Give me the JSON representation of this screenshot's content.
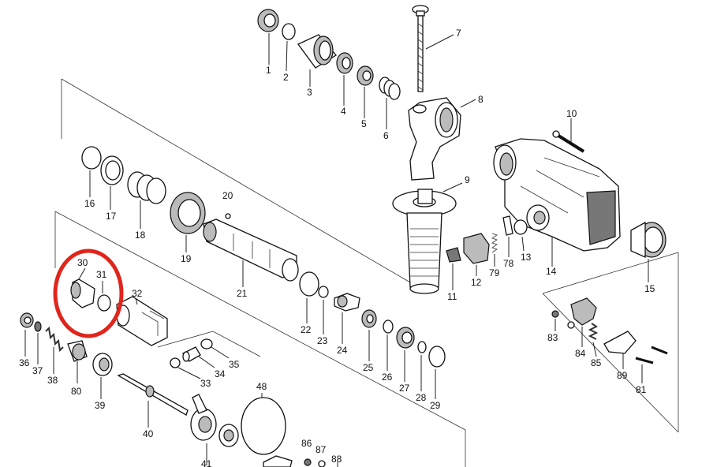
{
  "diagram": {
    "highlight_color": "#e0261c",
    "part_numbers": [
      "1",
      "2",
      "3",
      "4",
      "5",
      "6",
      "7",
      "8",
      "9",
      "10",
      "11",
      "12",
      "13",
      "14",
      "15",
      "16",
      "17",
      "18",
      "19",
      "20",
      "21",
      "22",
      "23",
      "24",
      "25",
      "26",
      "27",
      "28",
      "29",
      "30",
      "31",
      "32",
      "33",
      "34",
      "35",
      "36",
      "37",
      "38",
      "39",
      "40",
      "41",
      "48",
      "78",
      "79",
      "80",
      "81",
      "83",
      "84",
      "85",
      "86",
      "87",
      "88",
      "89"
    ],
    "highlighted_parts": [
      "30",
      "31"
    ]
  }
}
